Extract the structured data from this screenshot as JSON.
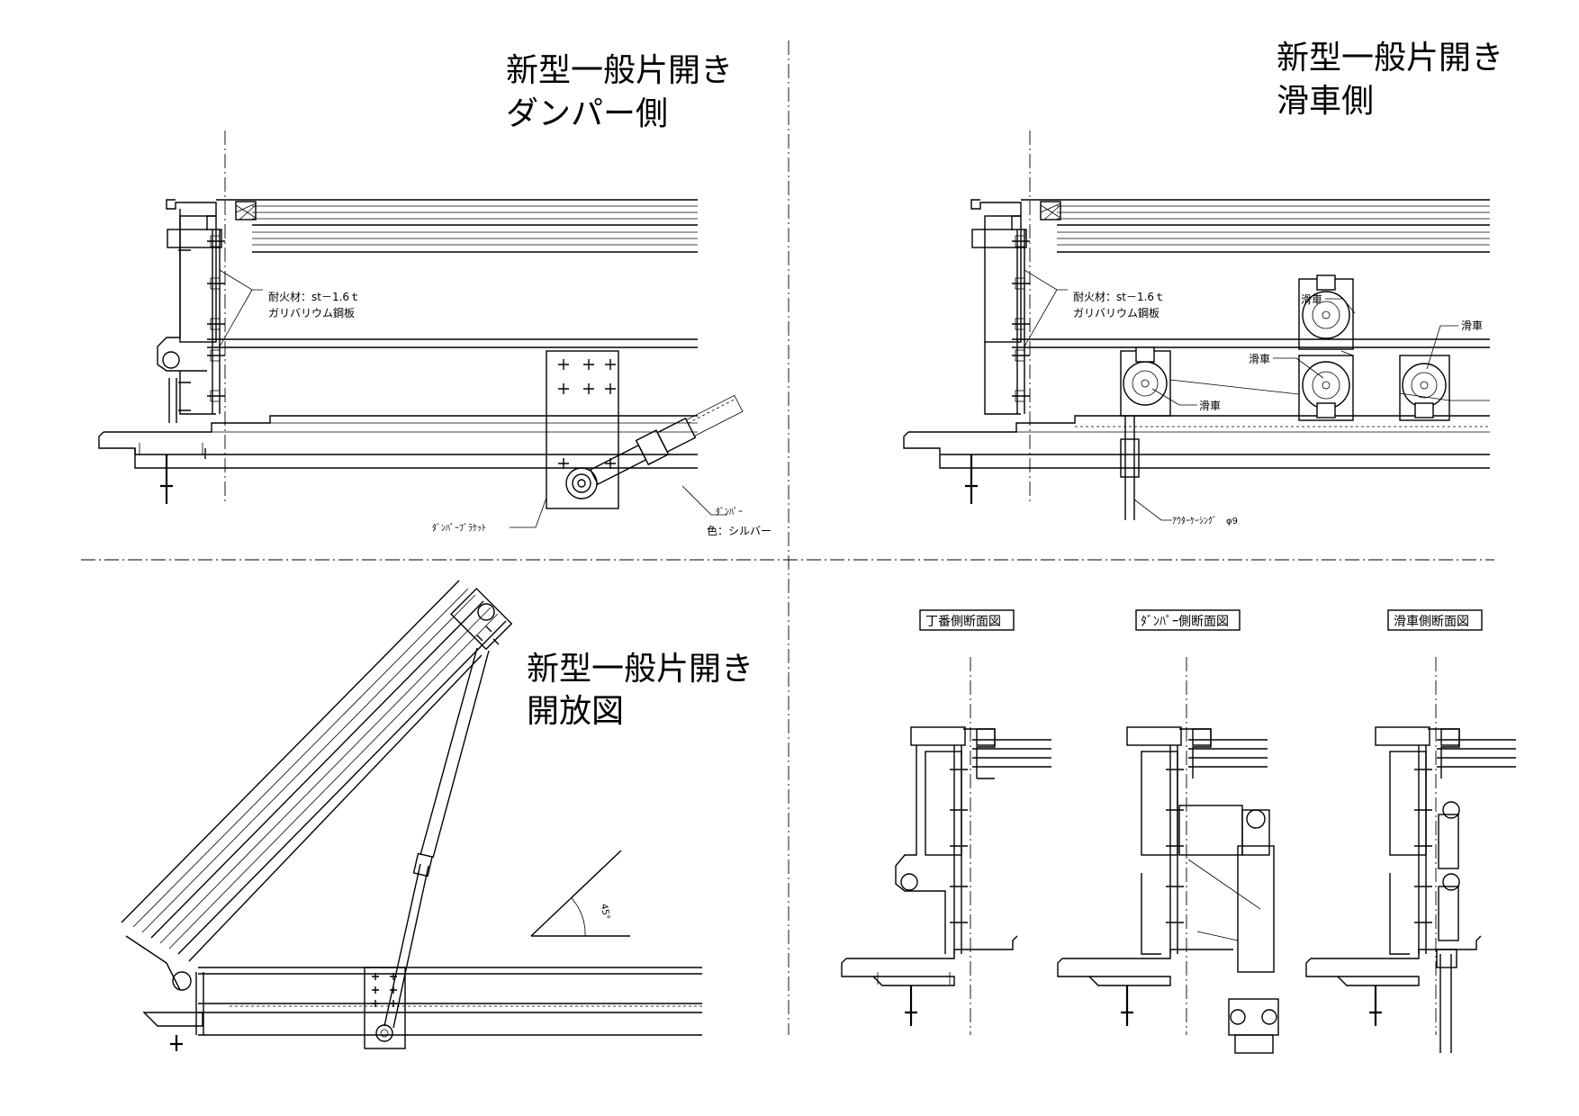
{
  "panels": {
    "damper_side": {
      "title_line1": "新型一般片開き",
      "title_line2": "ダンパー側",
      "fire_material_line1": "耐火材：st－1.6ｔ",
      "fire_material_line2": "ガリバリウム鋼板",
      "bracket_label": "ﾀﾞﾝﾊﾟｰﾌﾞﾗｹｯﾄ",
      "damper_label": "ﾀﾞﾝﾊﾟｰ",
      "color_label": "色：シルバー"
    },
    "pulley_side": {
      "title_line1": "新型一般片開き",
      "title_line2": "滑車側",
      "fire_material_line1": "耐火材：st－1.6ｔ",
      "fire_material_line2": "ガリバリウム鋼板",
      "pulley_labels": [
        "滑車",
        "滑車",
        "滑車",
        "滑車"
      ],
      "outer_casing_label": "ｱｳﾀｰｹｰｼﾝｸﾞ　φ9"
    },
    "open_view": {
      "title_line1": "新型一般片開き",
      "title_line2": "開放図",
      "angle_label": "45°"
    },
    "sections": {
      "hinge_title": "丁番側断面図",
      "damper_title": "ﾀﾞﾝﾊﾟｰ側断面図",
      "pulley_title": "滑車側断面図"
    }
  }
}
